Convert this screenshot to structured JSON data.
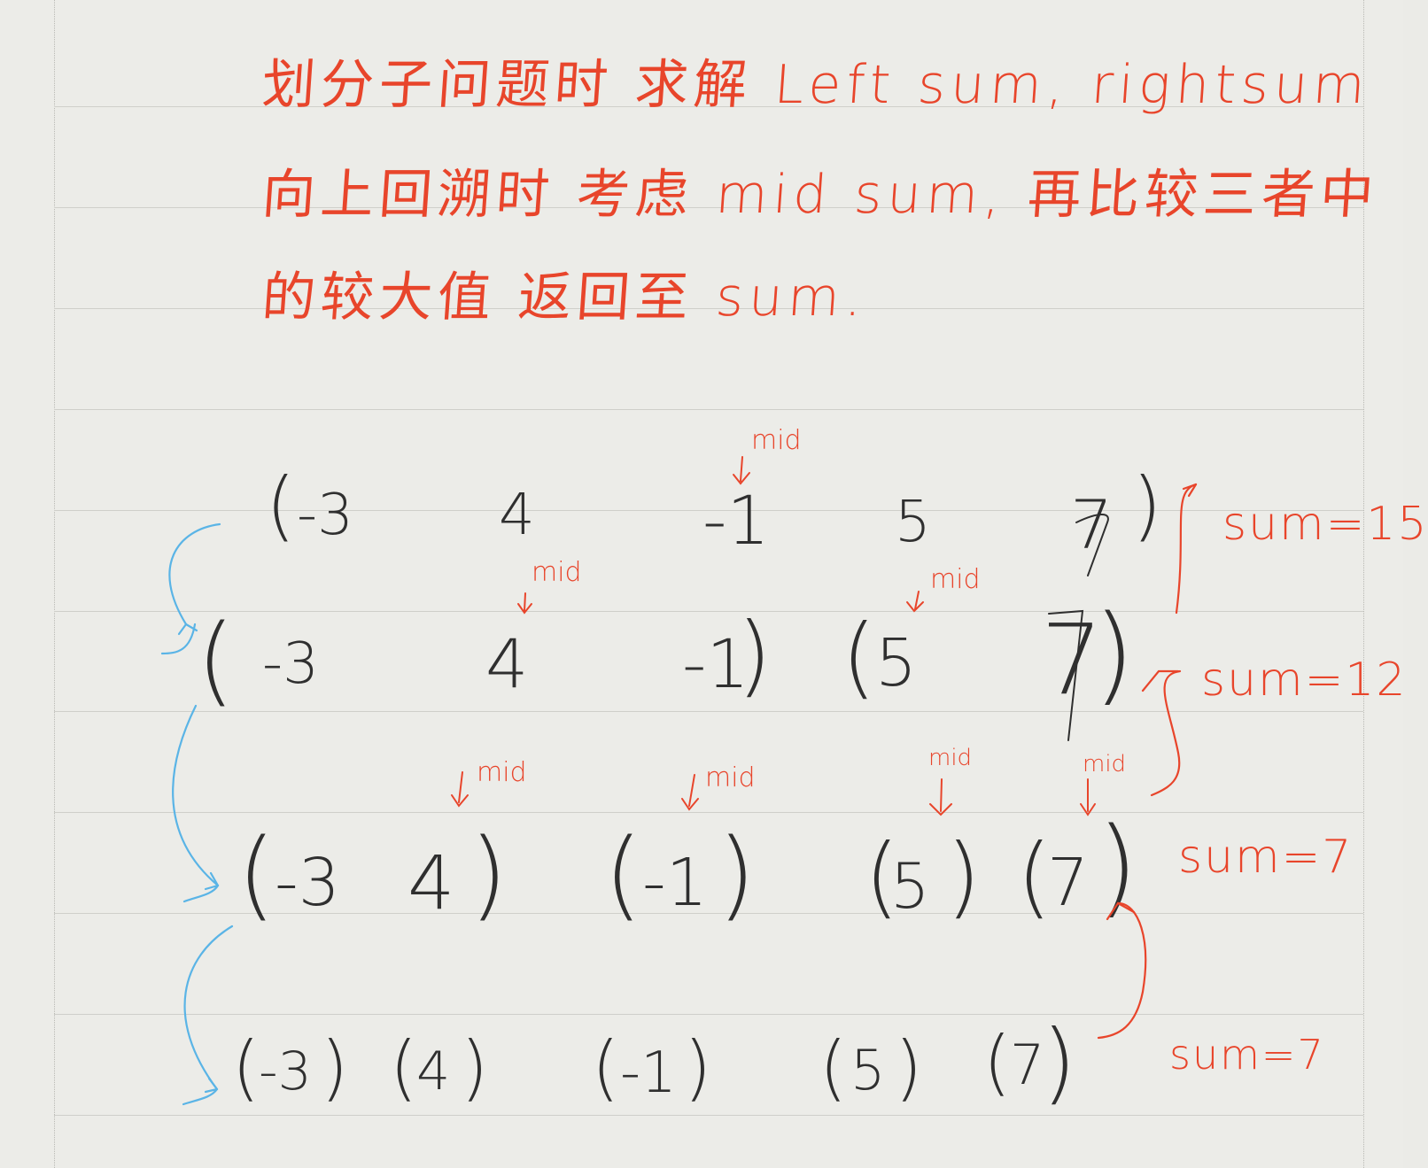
{
  "notes": {
    "line1": "划分子问题时 求解 Left sum, rightsum",
    "line2": "向上回溯时 考虑 mid sum, 再比较三者中",
    "line3": "的较大值 返回至 sum."
  },
  "mid_label": "mid",
  "rows": [
    {
      "id": "row1",
      "tokens": [
        "(",
        "-3",
        "4",
        "-1",
        "5",
        "7",
        ")"
      ],
      "sum": "sum=15"
    },
    {
      "id": "row2",
      "tokens": [
        "(",
        "-3",
        "4",
        "-1",
        ")",
        "(",
        "5",
        "7",
        ")"
      ],
      "sum": "sum=12"
    },
    {
      "id": "row3",
      "tokens": [
        "(",
        "-3",
        "4",
        ")",
        "(",
        "-1",
        ")",
        "(",
        "5",
        ")",
        "(",
        "7",
        ")"
      ],
      "sum": "sum=7"
    },
    {
      "id": "row4",
      "tokens": [
        "(",
        "-3",
        ")",
        "(",
        "4",
        ")",
        "(",
        "-1",
        ")",
        "(",
        "5",
        ")",
        "(",
        "7",
        ")"
      ],
      "sum": "sum=7"
    }
  ],
  "colors": {
    "ink_red": "#e8452b",
    "ink_black": "#303030",
    "ink_blue": "#5ab4e6",
    "paper": "#ecece8",
    "rule": "#cfcfca"
  }
}
